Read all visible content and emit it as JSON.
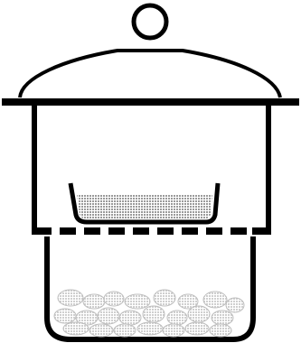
{
  "diagram": {
    "colors": {
      "stroke": "#000000",
      "background": "#ffffff",
      "sample_fill": "#9a9a9a",
      "pebble_fill": "#d2d2d2",
      "pebble_stroke": "#bdbdbd"
    },
    "parts": [
      "lid-knob",
      "lid",
      "rim-bar",
      "upper-chamber",
      "sample-dish",
      "perforated-plate",
      "lower-chamber",
      "pebbles"
    ]
  }
}
